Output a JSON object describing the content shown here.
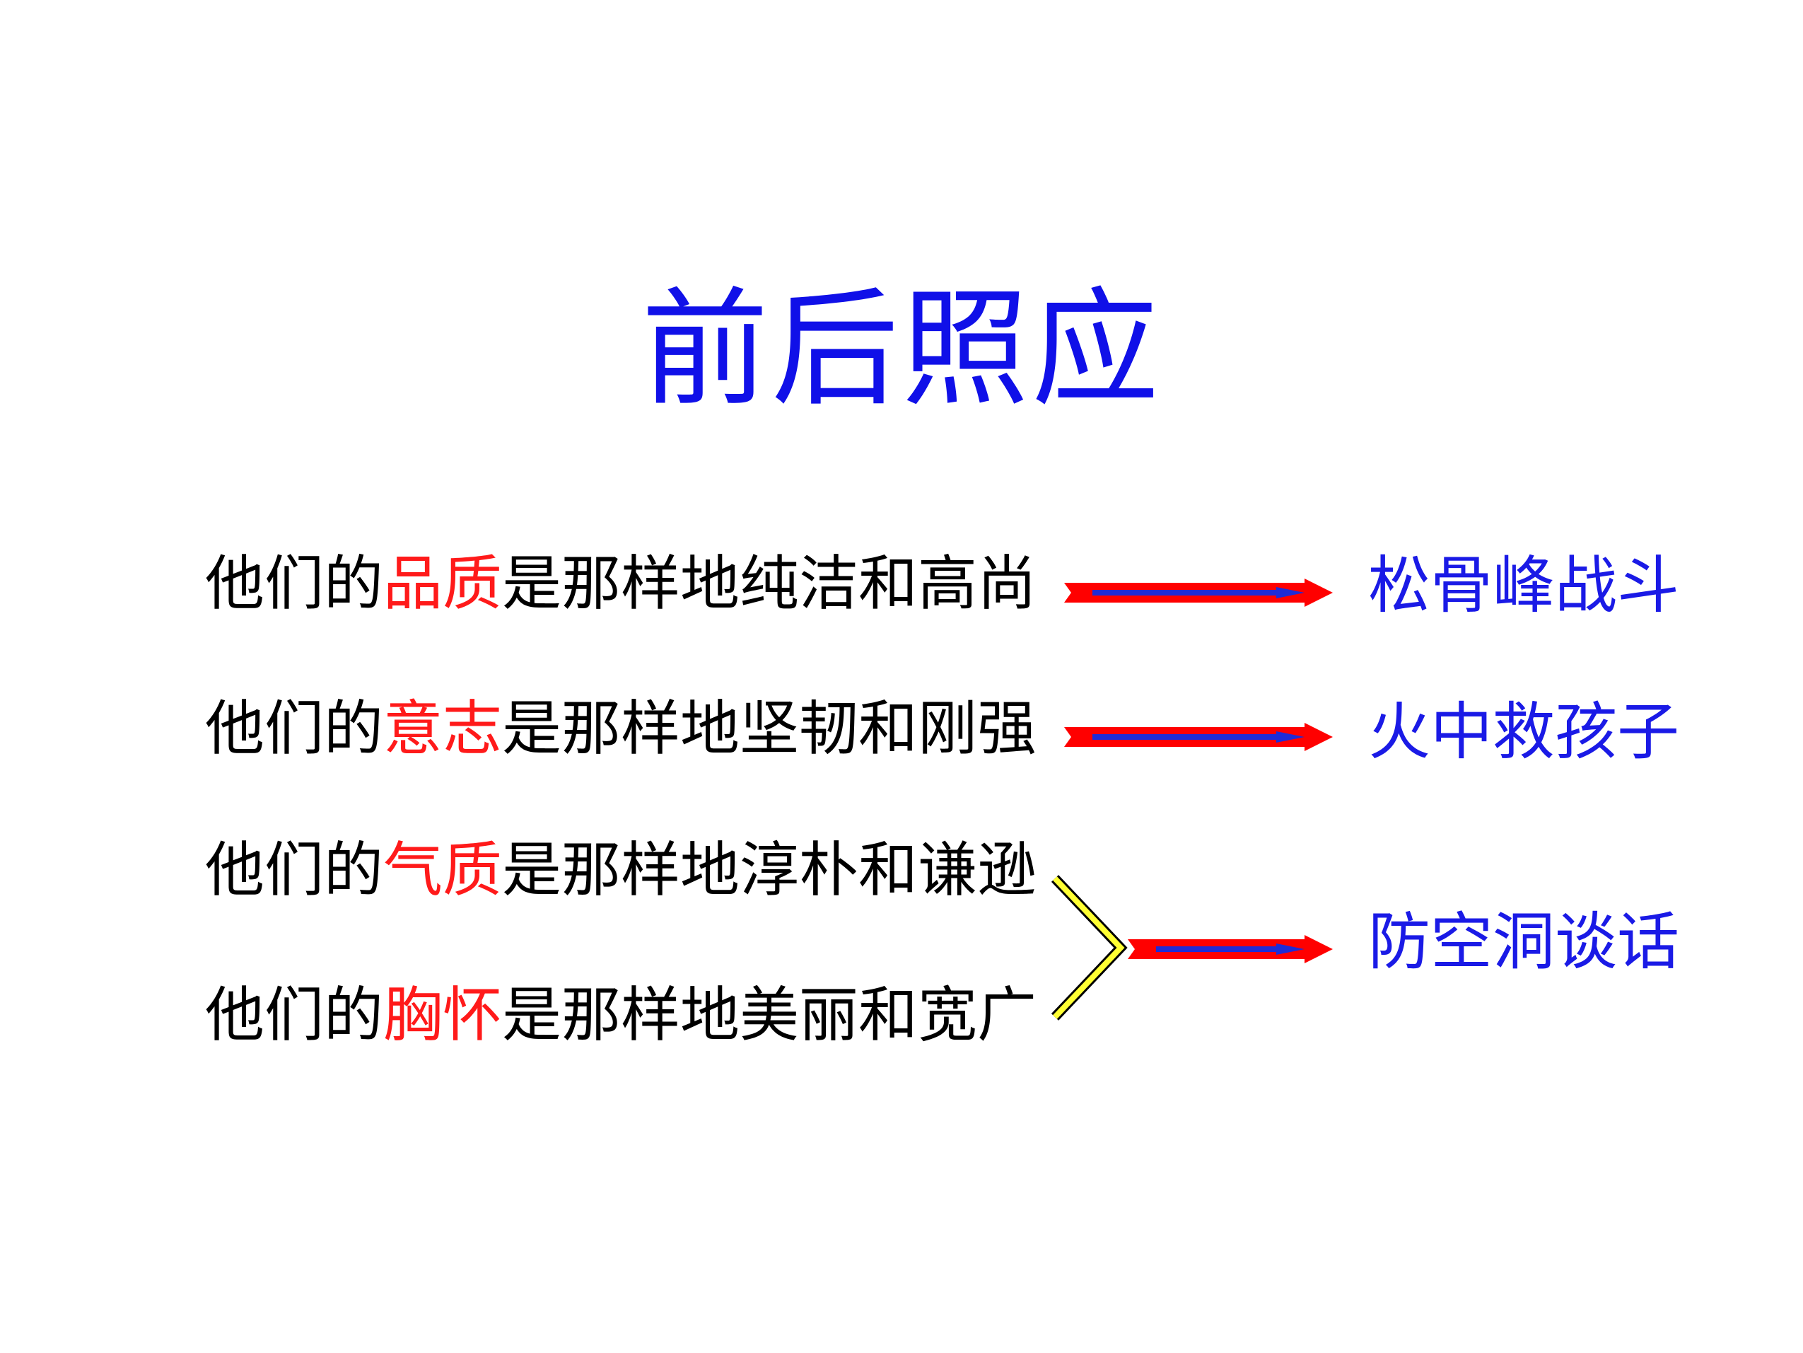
{
  "title": "前后照应",
  "colors": {
    "title": "#1010e8",
    "text": "#000000",
    "keyword": "#ff1a1a",
    "result": "#1a1ae6",
    "arrow_red": "#ff0000",
    "arrow_blue": "#1f2bd6",
    "brace": "#ffff33"
  },
  "sentences": [
    {
      "prefix": "他们的",
      "keyword": "品质",
      "suffix": "是那样地纯洁和高尚"
    },
    {
      "prefix": "他们的",
      "keyword": "意志",
      "suffix": "是那样地坚韧和刚强"
    },
    {
      "prefix": "他们的",
      "keyword": "气质",
      "suffix": "是那样地淳朴和谦逊"
    },
    {
      "prefix": "他们的",
      "keyword": "胸怀",
      "suffix": "是那样地美丽和宽广"
    }
  ],
  "results": [
    "松骨峰战斗",
    "火中救孩子",
    "防空洞谈话"
  ]
}
